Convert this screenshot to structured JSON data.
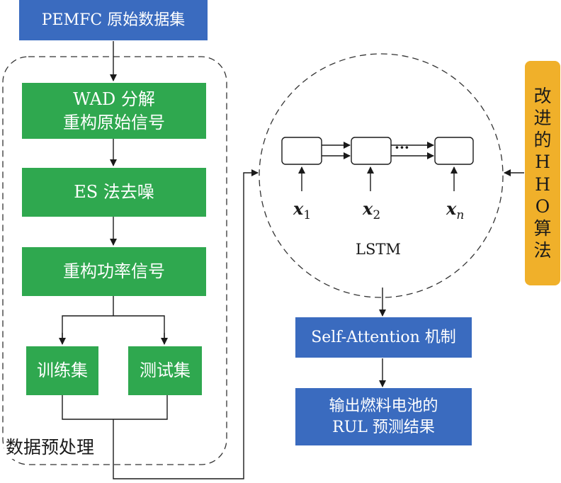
{
  "boxes": {
    "dataset": "PEMFC 原始数据集",
    "wad_line1": "WAD 分解",
    "wad_line2": "重构原始信号",
    "es": "ES 法去噪",
    "reconstruct_power": "重构功率信号",
    "train_set": "训练集",
    "test_set": "测试集",
    "self_attention": "Self-Attention 机制",
    "output_line1": "输出燃料电池的",
    "output_line2": "RUL 预测结果",
    "hho_chars": [
      "改",
      "进",
      "的",
      "H",
      "H",
      "O",
      "算",
      "法"
    ]
  },
  "labels": {
    "preprocess_group": "数据预处理",
    "lstm": "LSTM",
    "dots": "···",
    "inputs": [
      {
        "base": "x",
        "sub": "1"
      },
      {
        "base": "x",
        "sub": "2"
      },
      {
        "base": "x",
        "sub": "n"
      }
    ]
  },
  "colors": {
    "green": "#2fa84f",
    "blue": "#3a6bbf",
    "orange": "#f0b02a",
    "line": "#1a1a1a"
  }
}
